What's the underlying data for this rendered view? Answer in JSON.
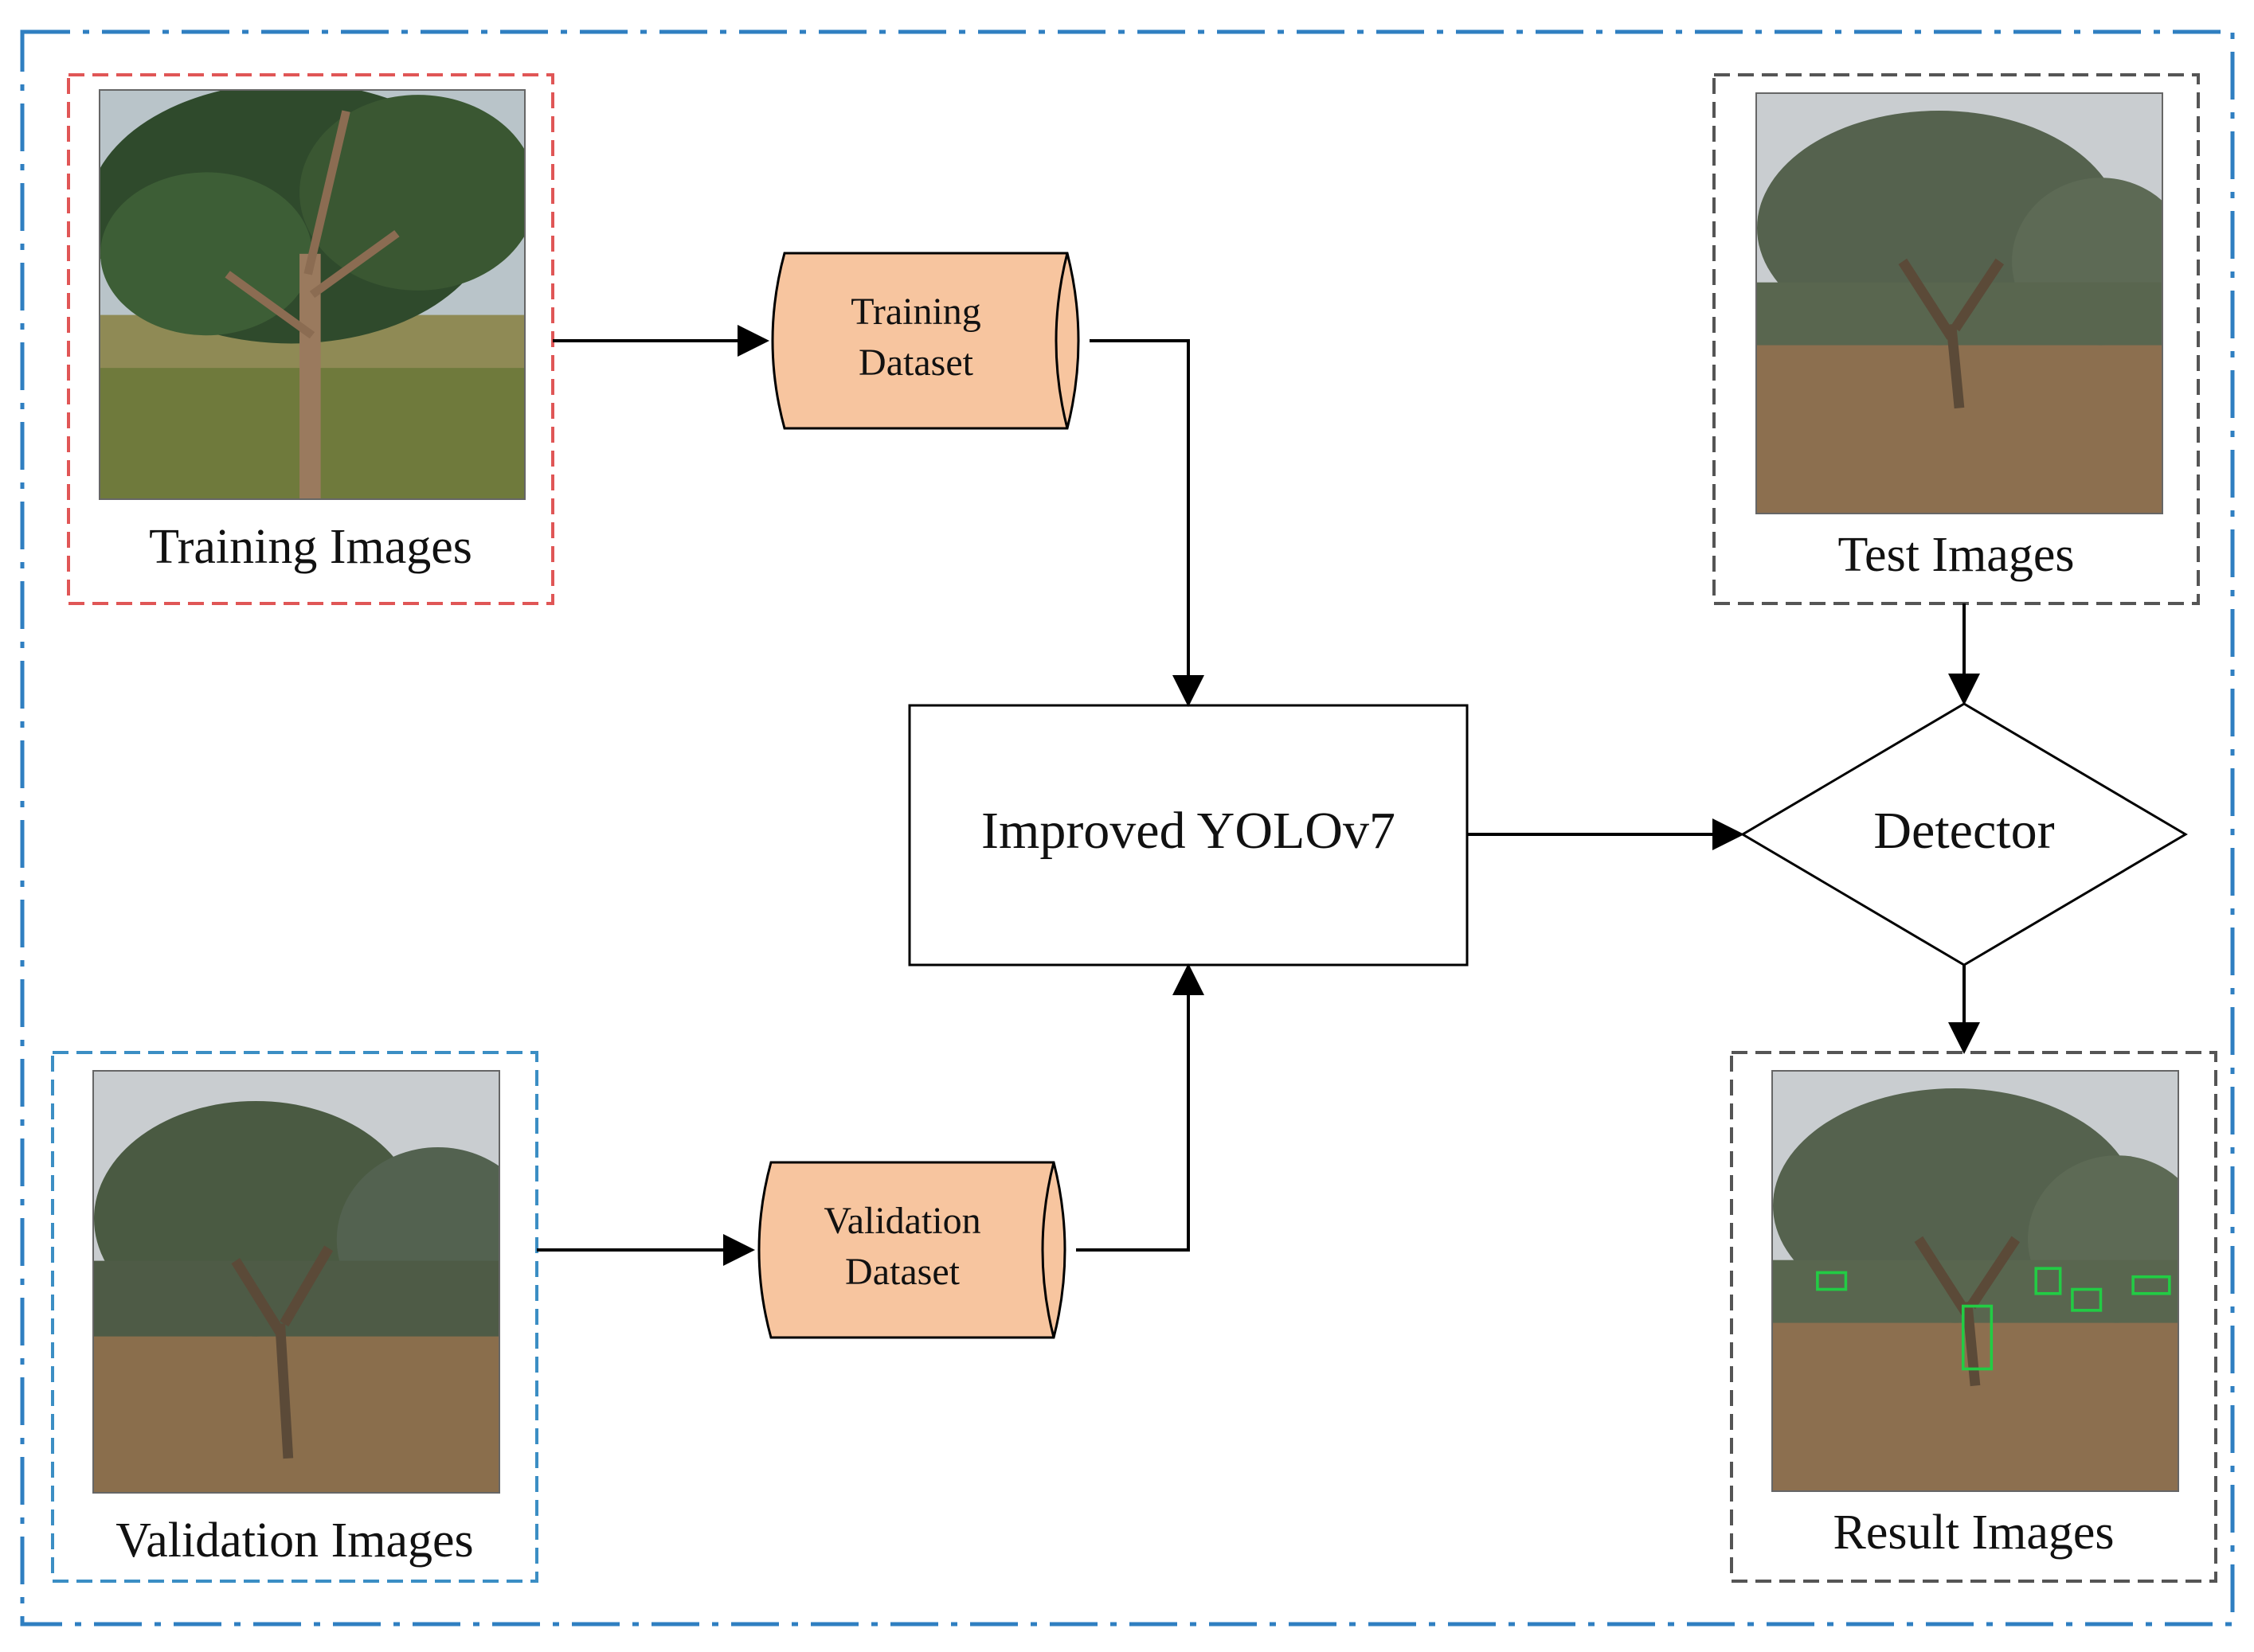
{
  "nodes": {
    "training_images": {
      "label": "Training Images"
    },
    "training_dataset": {
      "line1": "Training",
      "line2": "Dataset"
    },
    "validation_images": {
      "label": "Validation Images"
    },
    "validation_dataset": {
      "line1": "Validation",
      "line2": "Dataset"
    },
    "model": {
      "label": "Improved YOLOv7"
    },
    "test_images": {
      "label": "Test Images"
    },
    "detector": {
      "label": "Detector"
    },
    "result_images": {
      "label": "Result Images"
    }
  },
  "colors": {
    "outer_border": "#2f7fc1",
    "training_border": "#e05656",
    "validation_border": "#3b8ec4",
    "gray_border": "#555555",
    "cylinder_fill": "#f7c59f",
    "detection_box": "#22cc44"
  },
  "edges": [
    {
      "from": "training_images",
      "to": "training_dataset"
    },
    {
      "from": "training_dataset",
      "to": "model"
    },
    {
      "from": "validation_images",
      "to": "validation_dataset"
    },
    {
      "from": "validation_dataset",
      "to": "model"
    },
    {
      "from": "model",
      "to": "detector"
    },
    {
      "from": "test_images",
      "to": "detector"
    },
    {
      "from": "detector",
      "to": "result_images"
    }
  ]
}
